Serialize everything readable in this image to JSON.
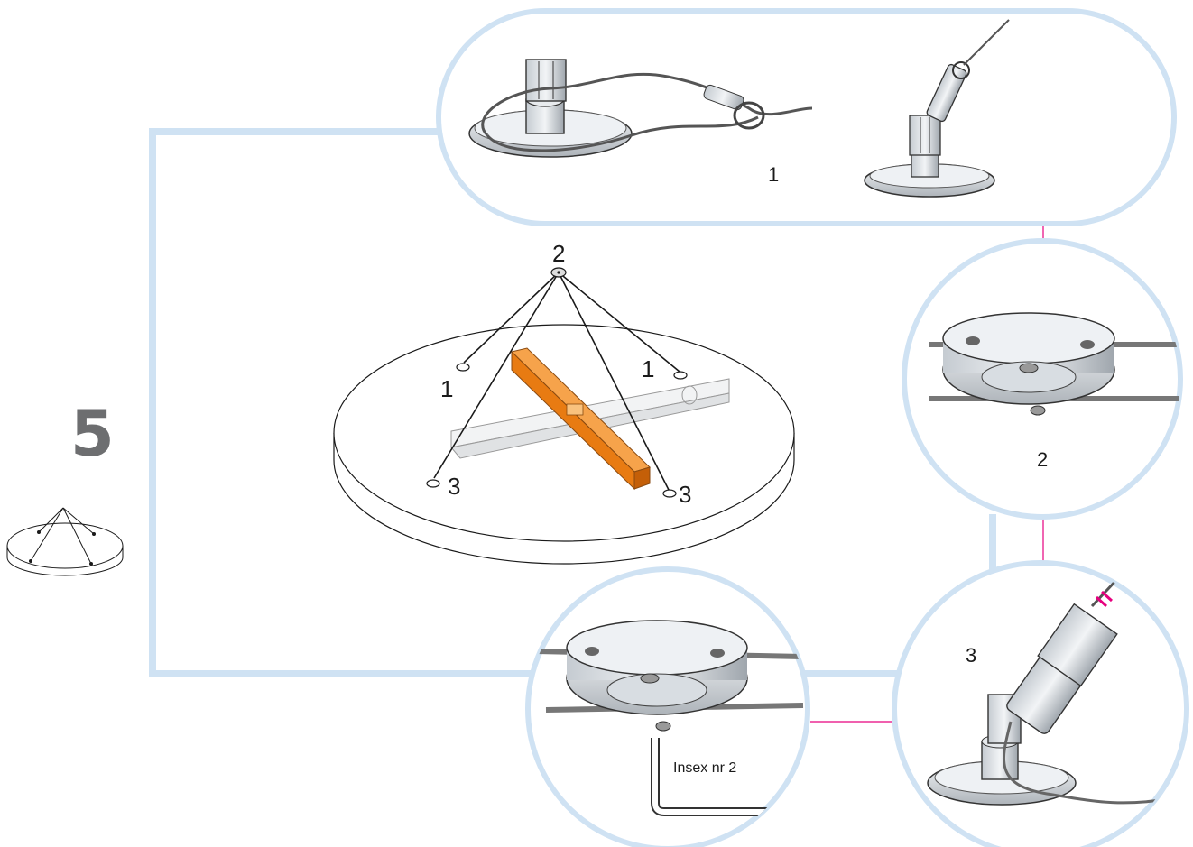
{
  "step": {
    "number": "5"
  },
  "colors": {
    "frame": "#cfe2f3",
    "accent": "#e6007e",
    "level": "#f08a1c",
    "ink": "#1a1a1a",
    "step_gray": "#6d6e70"
  },
  "labels": {
    "top_panel": "1",
    "hub": "2",
    "left_anchor": "1",
    "right_anchor": "1",
    "left_front": "3",
    "right_front": "3",
    "detail_hub": "2",
    "detail_adjust": "3",
    "tool": "Insex nr 2"
  },
  "icons": [
    "step-thumbnail-icon",
    "spirit-level-icon",
    "cable-clamp-icon",
    "ceiling-hub-icon",
    "allen-key-icon"
  ]
}
